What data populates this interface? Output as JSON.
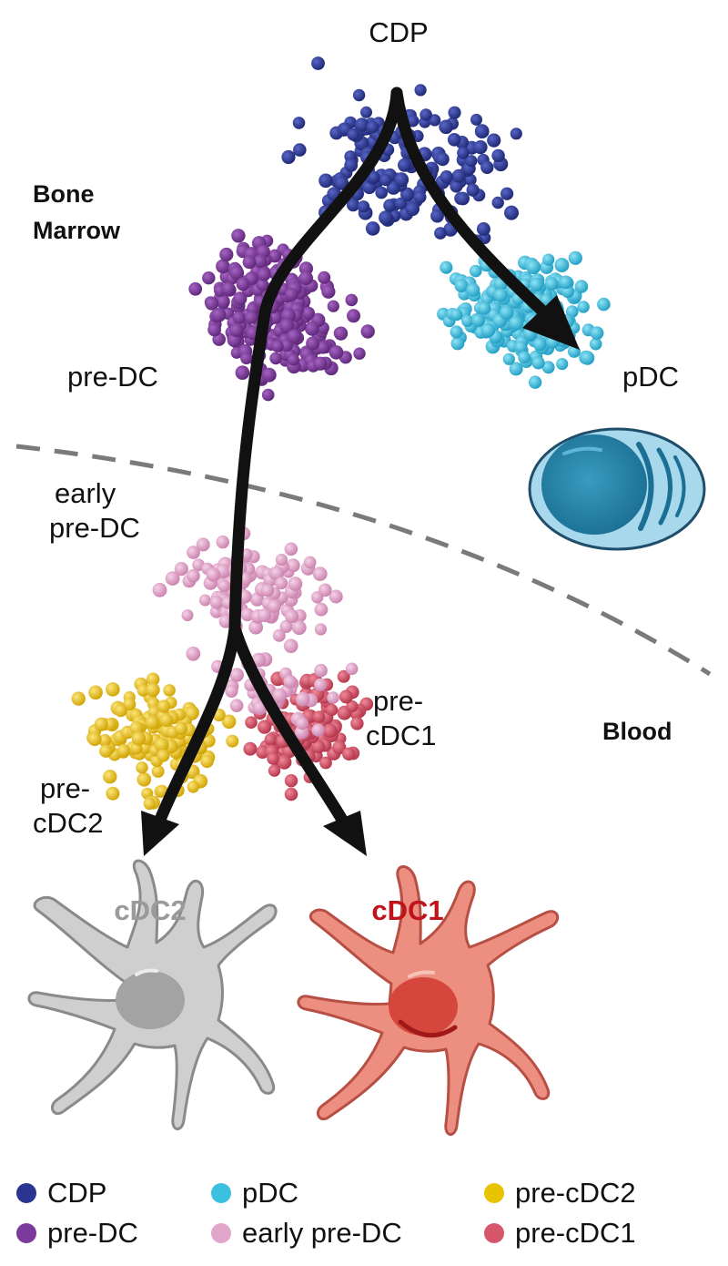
{
  "labels": {
    "cdp": "CDP",
    "bone_marrow_1": "Bone",
    "bone_marrow_2": "Marrow",
    "pre_dc": "pre-DC",
    "pdc": "pDC",
    "early_pre_dc_1": "early",
    "early_pre_dc_2": "pre-DC",
    "blood": "Blood",
    "pre_cdc1_1": "pre-",
    "pre_cdc1_2": "cDC1",
    "pre_cdc2_1": "pre-",
    "pre_cdc2_2": "cDC2"
  },
  "cells": {
    "cdc2": {
      "title": "cDC2",
      "color": "#9a9a9a"
    },
    "cdc1": {
      "title": "cDC1",
      "color": "#c0141c"
    }
  },
  "colors": {
    "CDP": "#2a3592",
    "preDC": "#7b3a9c",
    "pDC": "#3cc0e0",
    "earlyPreDC": "#e3a6cb",
    "preCDC2": "#f0c81c",
    "preCDC1": "#d8566c",
    "arrow": "#111111",
    "boundary": "#7a7a7a"
  },
  "legend": [
    {
      "label": "CDP",
      "color": "#2a3592"
    },
    {
      "label": "pDC",
      "color": "#3cc0e0"
    },
    {
      "label": "pre-cDC2",
      "color": "#e8c300"
    },
    {
      "label": "pre-DC",
      "color": "#7b3a9c"
    },
    {
      "label": "early pre-DC",
      "color": "#e3a6cb"
    },
    {
      "label": "pre-cDC1",
      "color": "#d8566c"
    }
  ]
}
